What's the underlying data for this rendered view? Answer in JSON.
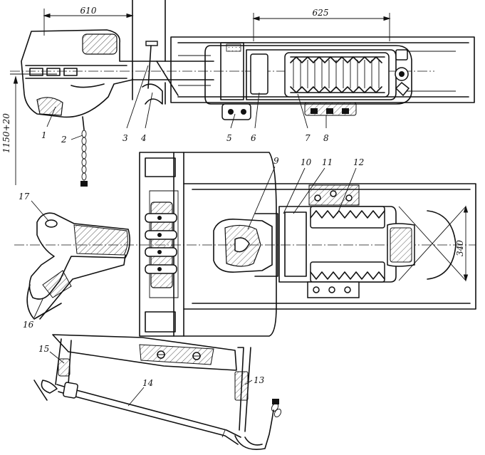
{
  "dimensions": {
    "top_left": "610",
    "top_right": "625",
    "vertical_height": "1150+20",
    "right_width": "340"
  },
  "callouts": [
    "1",
    "2",
    "3",
    "4",
    "5",
    "6",
    "7",
    "8",
    "9",
    "10",
    "11",
    "12",
    "13",
    "14",
    "15",
    "16",
    "17"
  ],
  "colors": {
    "ink": "#111111",
    "paper": "#ffffff"
  }
}
